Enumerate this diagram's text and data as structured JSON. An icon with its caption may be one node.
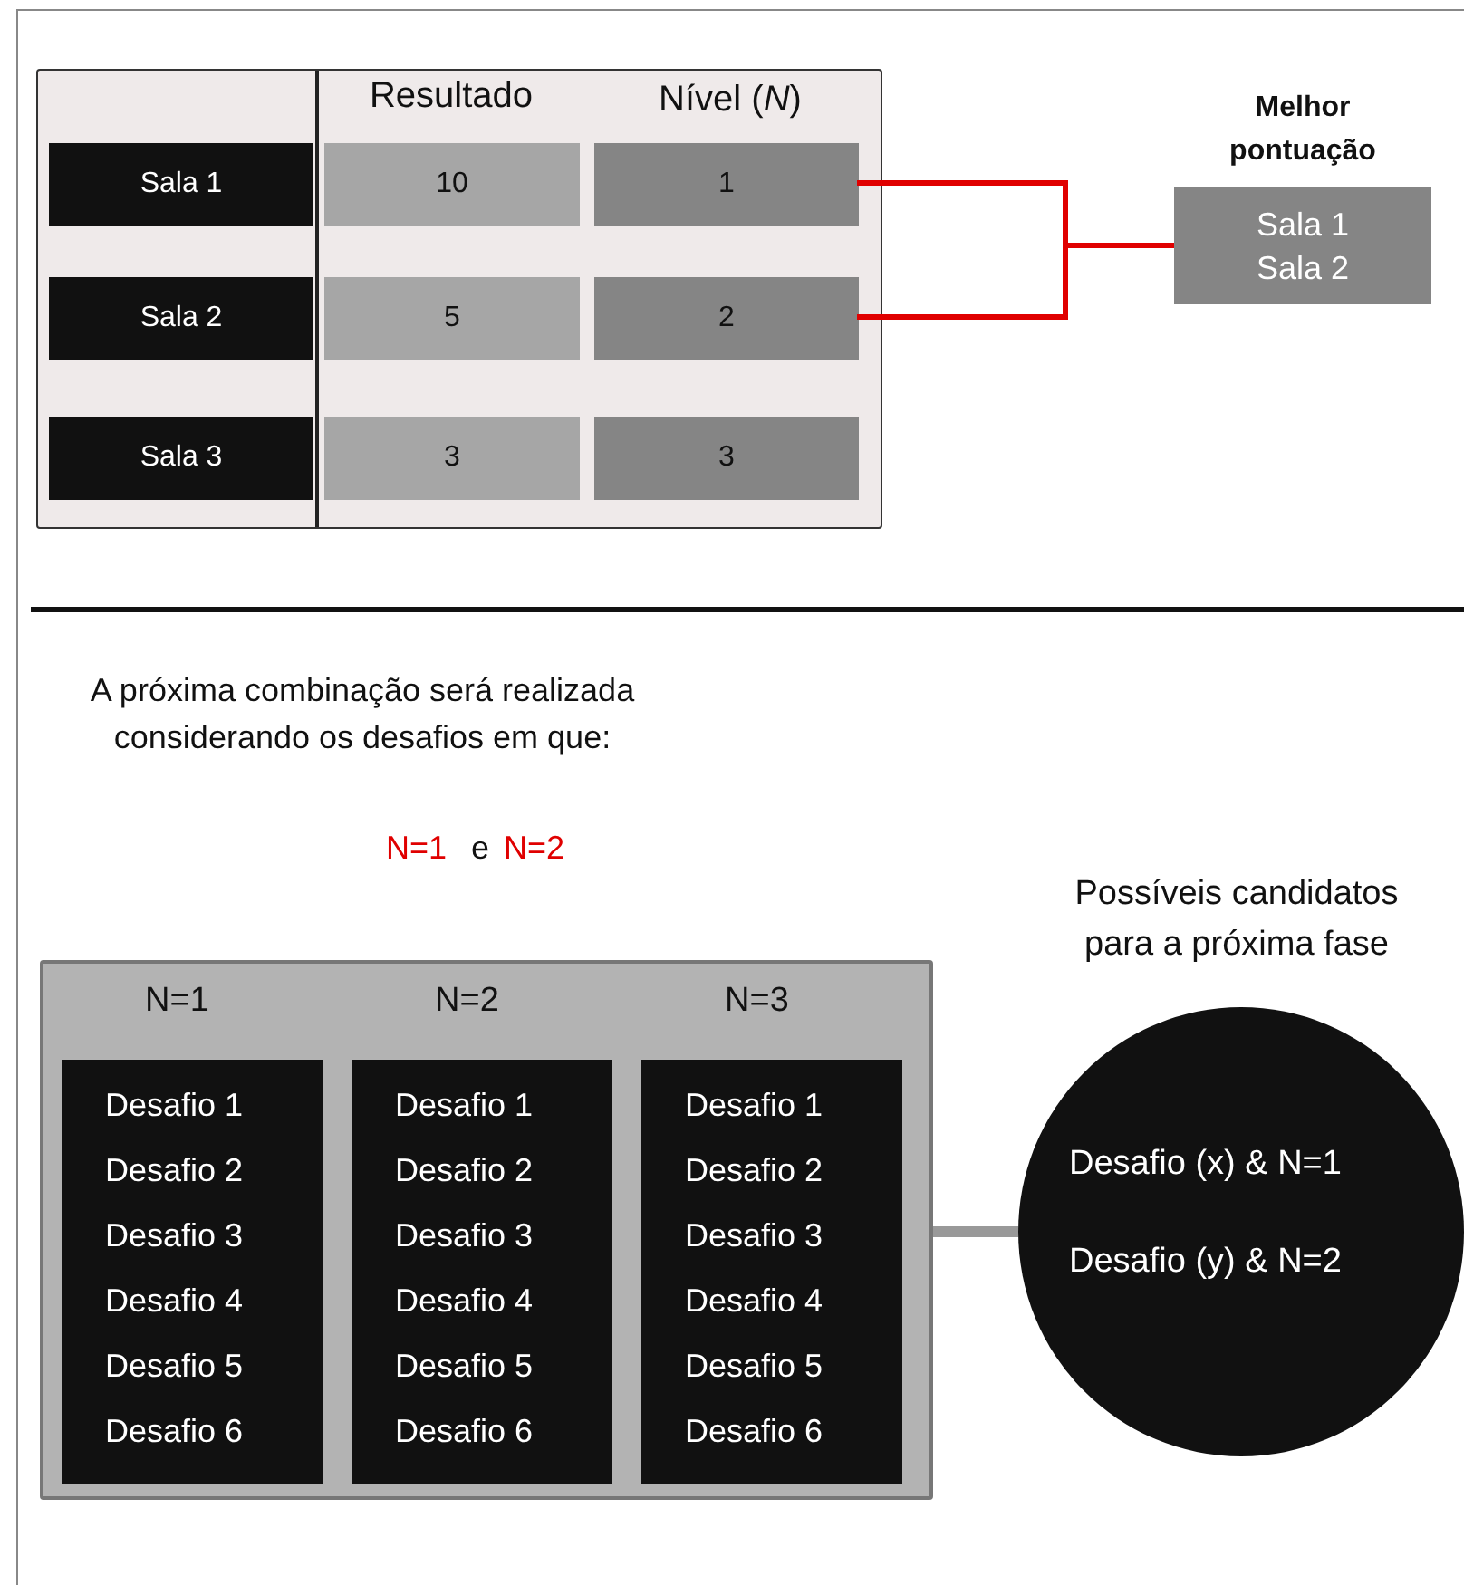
{
  "diagram": {
    "nodes": [
      {
        "text": [],
        "shape": "box"
      },
      {
        "text": [
          "Sala 1"
        ],
        "in": 0
      },
      {
        "text": [
          "10"
        ],
        "in": 0
      },
      {
        "text": [
          "1"
        ],
        "in": 0
      },
      {
        "text": [
          "Sala 2"
        ],
        "in": 0
      },
      {
        "text": [
          "5"
        ],
        "in": 0
      },
      {
        "text": [
          "2"
        ],
        "in": 0
      },
      {
        "text": [
          "Sala 3"
        ],
        "in": 0
      },
      {
        "text": [
          "3"
        ],
        "in": 0
      },
      {
        "text": [
          "3"
        ],
        "in": 0
      },
      {
        "text": [
          "Melhor pontuação",
          "Sala 1 Sala 2"
        ]
      },
      {
        "text": [],
        "shape": "box"
      },
      {
        "text": [
          "N=1",
          "Desafio 1",
          "Desafio 2",
          "Desafio 3",
          "Desafio 4",
          "Desafio 5",
          "Desafio 6"
        ],
        "in": 11
      },
      {
        "text": [
          "N=2",
          "Desafio 1",
          "Desafio 2",
          "Desafio 3",
          "Desafio 4",
          "Desafio 5",
          "Desafio 6"
        ],
        "in": 11
      },
      {
        "text": [
          "N=3",
          "Desafio 1",
          "Desafio 2",
          "Desafio 3",
          "Desafio 4",
          "Desafio 5",
          "Desafio 6"
        ],
        "in": 11
      },
      {
        "text": [
          "Possíveis candidatos para a próxima fase",
          "Desafio (x) & N=1",
          "Desafio (y) & N=2"
        ]
      }
    ],
    "edges": [
      {
        "from": 3,
        "to": 10,
        "arrow": "none",
        "color": "#e00000"
      },
      {
        "from": 6,
        "to": 10,
        "arrow": "none",
        "color": "#e00000"
      },
      {
        "from": 11,
        "to": 15,
        "arrow": "none",
        "style": "thick",
        "color": "#999999"
      }
    ],
    "labels": [
      "Resultado",
      "Nível (*N*)",
      "A próxima combinação será realizada considerando os desafios em que:",
      "N=1",
      "e",
      "N=2"
    ]
  }
}
